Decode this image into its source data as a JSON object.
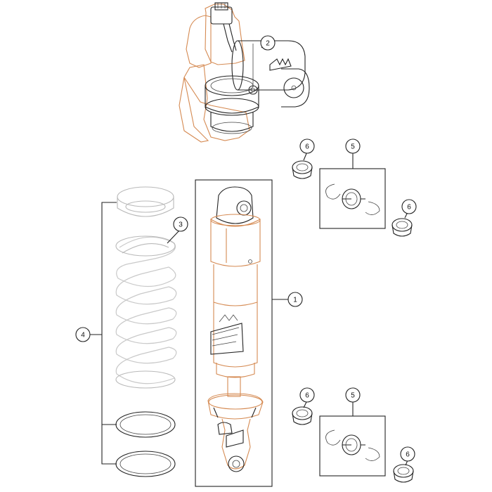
{
  "callouts": {
    "c1": "1",
    "c2": "2",
    "c3": "3",
    "c4": "4",
    "c5_top": "5",
    "c5_bottom": "5",
    "c6_top_left": "6",
    "c6_top_right": "6",
    "c6_bottom_left": "6",
    "c6_bottom_right": "6"
  },
  "colors": {
    "line": "#222222",
    "spring": "#c9c9c9",
    "accent": "#d58a52"
  }
}
